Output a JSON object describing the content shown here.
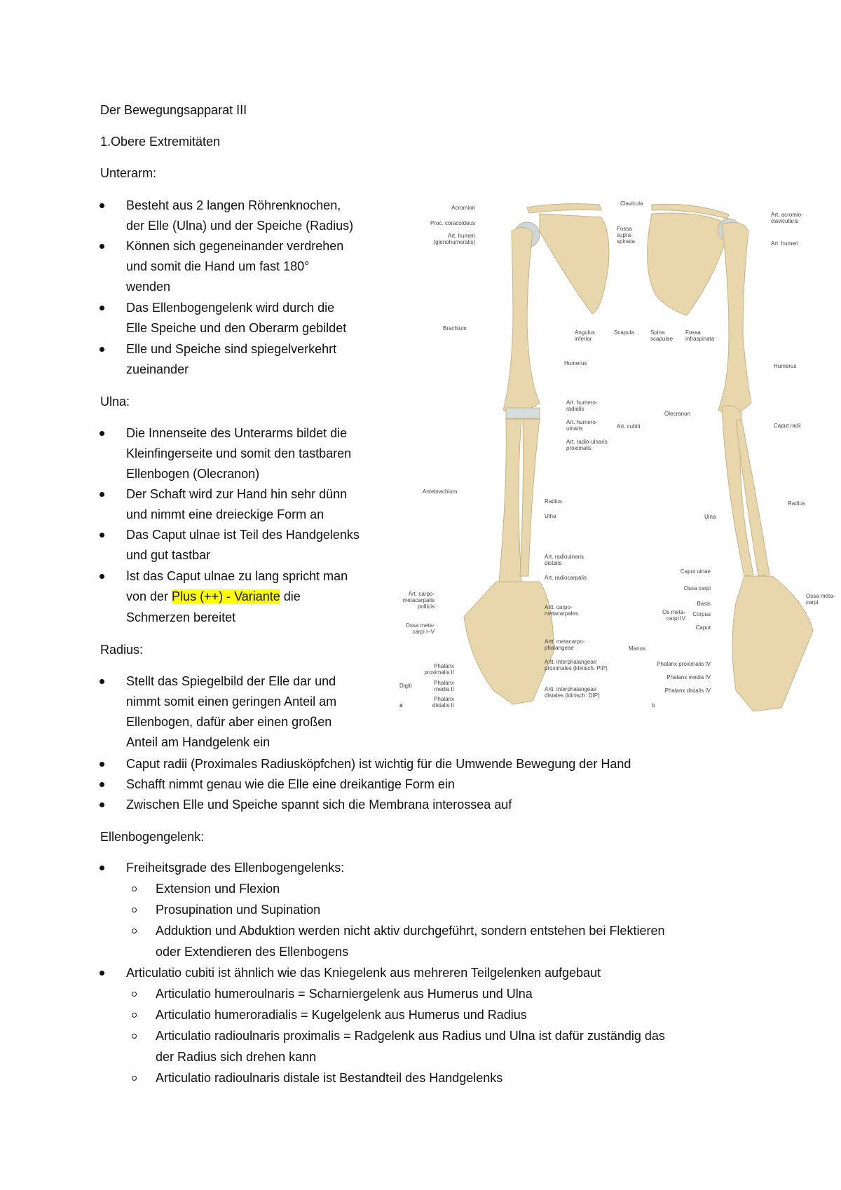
{
  "title": "Der Bewegungsapparat III",
  "section1": "1.Obere Extremitäten",
  "unterarm": {
    "heading": "Unterarm:",
    "bullets": [
      [
        "Besteht aus 2 langen Röhrenknochen,",
        "der Elle (Ulna) und der Speiche (Radius)"
      ],
      [
        "Können sich gegeneinander verdrehen",
        "und somit die Hand um fast 180°",
        "wenden"
      ],
      [
        "Das Ellenbogengelenk wird durch die",
        "Elle Speiche und den Oberarm gebildet"
      ],
      [
        "Elle und Speiche sind spiegelverkehrt",
        "zueinander"
      ]
    ]
  },
  "ulna": {
    "heading": "Ulna:",
    "bullets": [
      [
        "Die Innenseite des Unterarms bildet die",
        "Kleinfingerseite und somit den tastbaren",
        "Ellenbogen (Olecranon)"
      ],
      [
        "Der Schaft wird zur Hand hin sehr dünn",
        "und nimmt eine dreieckige Form an"
      ],
      [
        "Das Caput ulnae ist Teil des Handgelenks",
        "und gut tastbar"
      ],
      [
        "Ist das Caput ulnae zu lang spricht man"
      ]
    ],
    "b4_line2_pre": "von der ",
    "b4_line2_highlight": "Plus (++) - Variante",
    "b4_line2_post": " die",
    "b4_line3": "Schmerzen bereitet",
    "highlight_color": "#ffff00"
  },
  "radius": {
    "heading": "Radius:",
    "bullet1": [
      "Stellt das Spiegelbild der Elle dar und",
      "nimmt somit einen geringen Anteil am",
      "Ellenbogen, dafür aber einen großen",
      "Anteil am Handgelenk ein"
    ],
    "bullets": [
      "Caput radii (Proximales Radiusköpfchen) ist wichtig für die Umwende Bewegung der Hand",
      "Schafft nimmt genau wie die Elle eine dreikantige Form ein",
      "Zwischen Elle und Speiche spannt sich die Membrana interossea auf"
    ]
  },
  "ellenbogen": {
    "heading": "Ellenbogengelenk:",
    "b1": "Freiheitsgrade des Ellenbogengelenks:",
    "b1_sub": [
      [
        "Extension und Flexion"
      ],
      [
        "Prosupination und Supination"
      ],
      [
        "Adduktion und Abduktion werden nicht aktiv durchgeführt, sondern entstehen bei Flektieren",
        "oder Extendieren des Ellenbogens"
      ]
    ],
    "b2": "Articulatio cubiti ist ähnlich wie das Kniegelenk aus mehreren Teilgelenken aufgebaut",
    "b2_sub": [
      [
        "Articulatio humeroulnaris = Scharniergelenk aus Humerus und Ulna"
      ],
      [
        "Articulatio humeroradialis = Kugelgelenk aus Humerus und Radius"
      ],
      [
        "Articulatio radioulnaris proximalis = Radgelenk aus Radius und Ulna ist dafür zuständig das",
        "der Radius sich drehen kann"
      ],
      [
        "Articulatio radioulnaris distale ist Bestandteil des Handgelenks"
      ]
    ]
  },
  "figure": {
    "bone_color": "#e8d6ad",
    "labels": {
      "acromion": "Acromion",
      "proc_coracoideus": "Proc. coracoideus",
      "art_humeri_gleno": "Art. humeri\n(glenohumeralis)",
      "clavicula": "Clavicula",
      "fossa_supraspinata": "Fossa\nsupra-\nspinata",
      "angulus_inferior": "Angulus\ninferior",
      "scapula": "Scapula",
      "spina_scapulae": "Spina\nscapulae",
      "fossa_infraspinata": "Fossa\ninfraspinata",
      "art_acromioclavicularis": "Art. acromio-\nclavicularis",
      "art_humeri": "Art. humeri",
      "brachium": "Brachium",
      "humerus_a": "Humerus",
      "humerus_b": "Humerus",
      "art_humeroradialis": "Art. humero-\nradialis",
      "art_humeroulnaris": "Art. humero-\nulnaris",
      "art_radioulnaris_prox": "Art. radio-ulnaris\nproximalis",
      "art_cubiti": "Art. cubiti",
      "olecranon": "Olecranon",
      "caput_radii": "Caput radii",
      "antebrachium": "Antebrachium",
      "radius_a": "Radius",
      "ulna_a": "Ulna",
      "radius_b": "Radius",
      "ulna_b": "Ulna",
      "art_radioulnaris_dist": "Art. radioulnaris\ndistalis",
      "art_radiocarpalis": "Art. radiocarpalis",
      "art_cmc_pollicis": "Art. carpo-\nmetacarpalis\npollicis",
      "artt_cmc": "Artt. carpo-\nmetacarpales",
      "ossa_metacarpi_iv": "Ossa meta-\ncarpi I–V",
      "artt_mcp": "Artt. metacarpo-\nphalangeae",
      "manus": "Manus",
      "artt_pip": "Artt. interphalangeae\nproximales (klinisch: PIP)",
      "artt_dip": "Artt. interphalangeae\ndistales (klinisch: DIP)",
      "phalanx_prox_ii": "Phalanx\nproximalis II",
      "phalanx_media_ii": "Phalanx\nmedia II",
      "phalanx_dist_ii": "Phalanx\ndistalis II",
      "digiti": "Digiti",
      "caput_ulnae": "Caput ulnae",
      "ossa_carpi": "Ossa carpi",
      "basis": "Basis",
      "os_metacarpi_iv": "Os meta-\ncarpi IV",
      "corpus": "Corpus",
      "caput": "Caput",
      "ossa_metacarpi": "Ossa meta-\ncarpi",
      "phalanx_prox_iv": "Phalanx proximalis IV",
      "phalanx_media_iv": "Phalanx media IV",
      "phalanx_dist_iv": "Phalanx distalis IV",
      "panel_a": "a",
      "panel_b": "b"
    }
  }
}
